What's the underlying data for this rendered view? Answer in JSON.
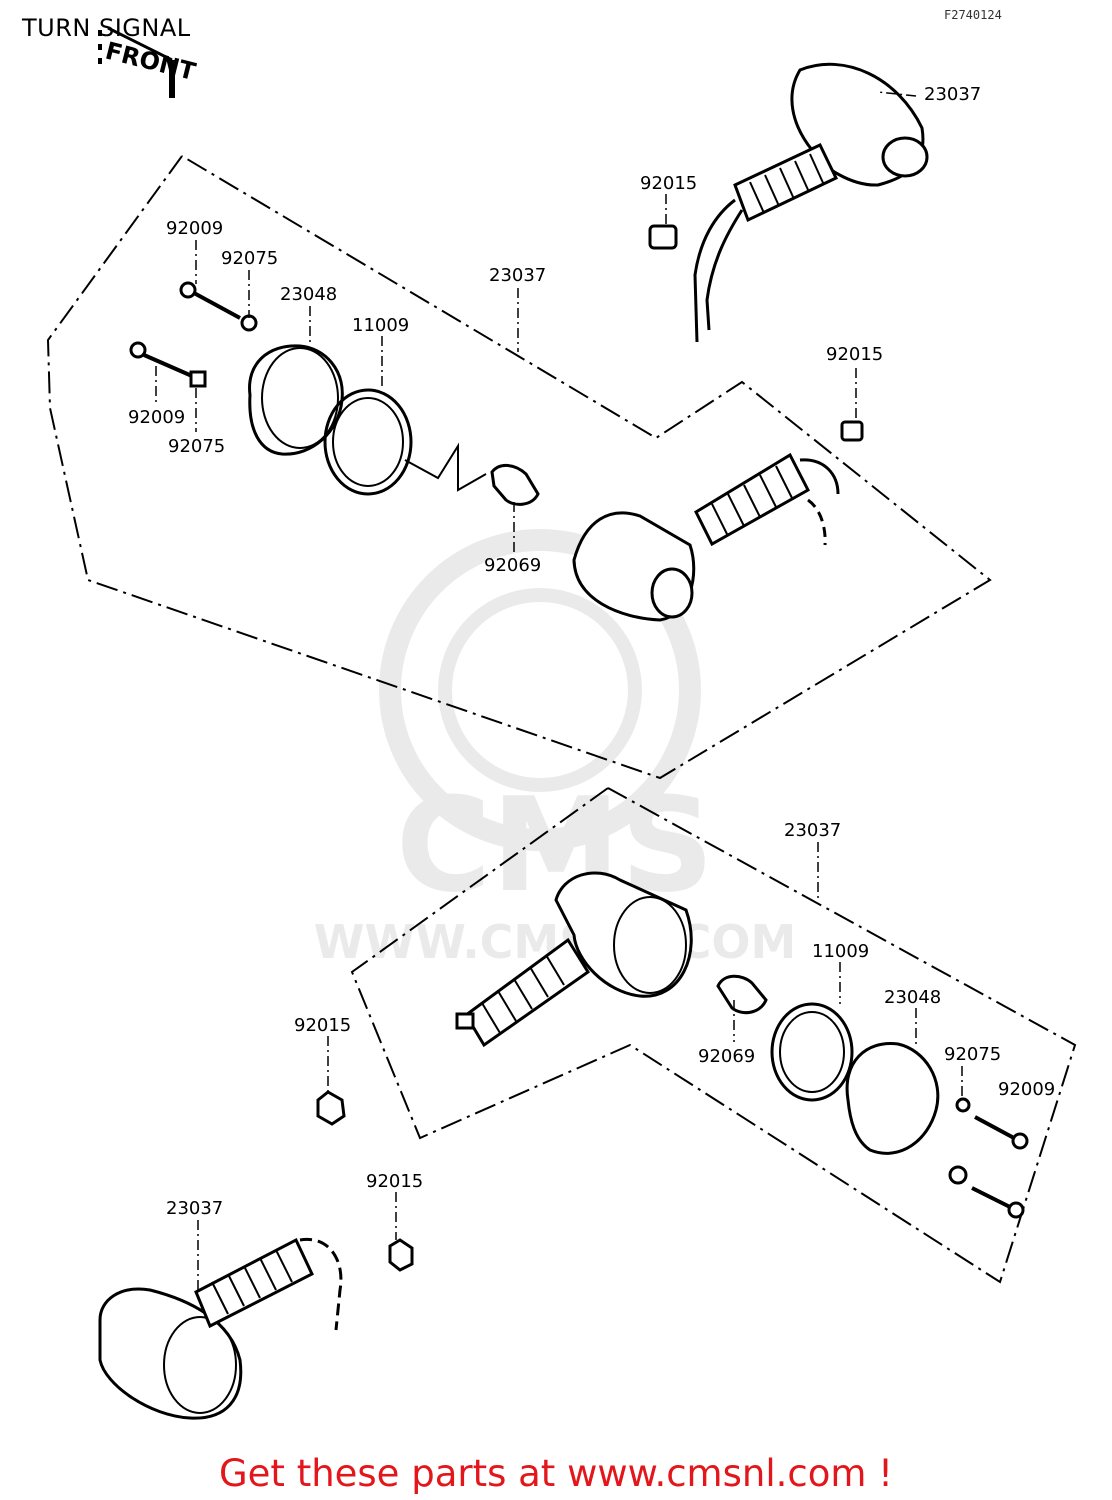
{
  "header": {
    "title": "TURN SIGNAL",
    "ref_code": "F2740124"
  },
  "diagram": {
    "front_marker": "FRONT",
    "watermark": {
      "brand": "CMS",
      "url": "WWW.CMSNL.COM"
    },
    "callouts": {
      "upper_rear": {
        "housing": "23037",
        "nut": "92015"
      },
      "upper_front": {
        "screw_a": "92009",
        "washer_a": "92075",
        "lens": "23048",
        "gasket": "11009",
        "housing": "23037",
        "screw_b": "92009",
        "washer_b": "92075",
        "bulb": "92069",
        "nut": "92015"
      },
      "lower_front": {
        "housing": "23037",
        "gasket": "11009",
        "lens": "23048",
        "washer": "92075",
        "screw": "92009",
        "bulb": "92069",
        "nut": "92015"
      },
      "lower_rear": {
        "housing": "23037",
        "nut": "92015"
      }
    }
  },
  "footer": {
    "cta": "Get these parts at www.cmsnl.com !",
    "cta_color": "#e3161b"
  }
}
